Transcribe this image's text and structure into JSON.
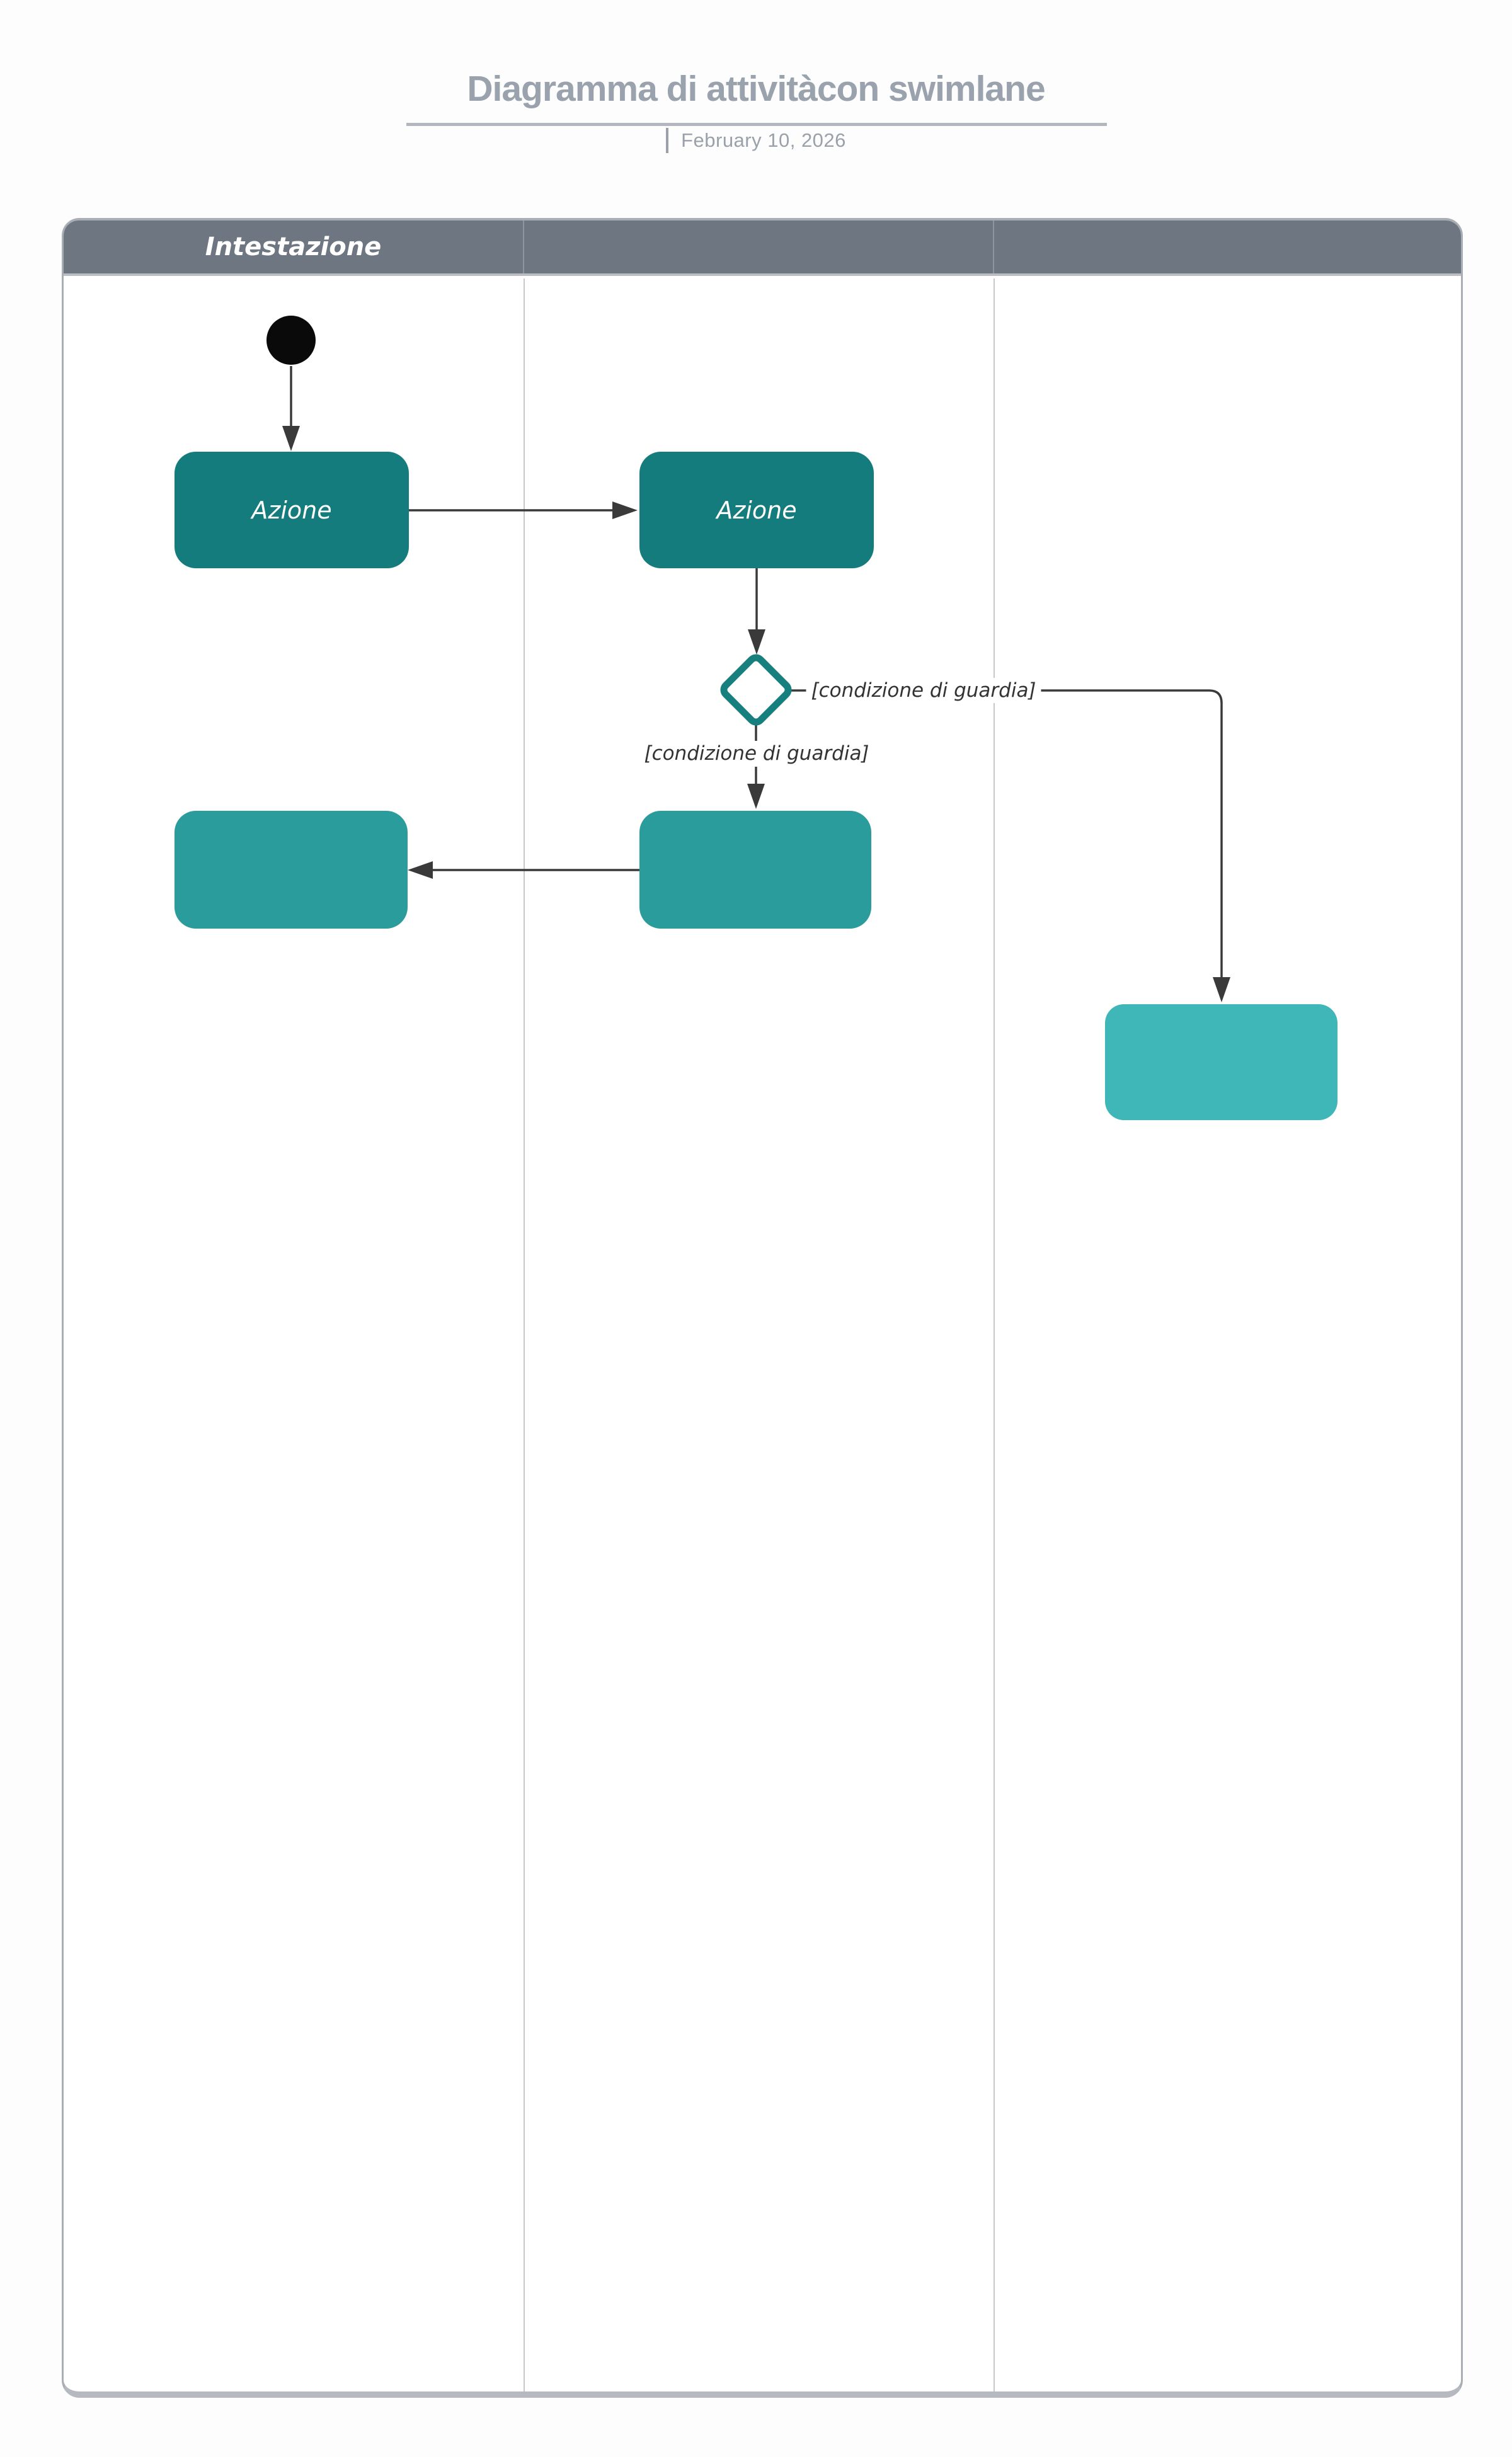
{
  "header": {
    "title": "Diagramma di attivitàcon swimlane",
    "date": "February 10, 2026"
  },
  "swimlanes": {
    "lane1_header": "Intestazione",
    "lane2_header": "",
    "lane3_header": ""
  },
  "nodes": {
    "initial": "initial-node",
    "action1": "Azione",
    "action2": "Azione",
    "action3": "",
    "action4": "",
    "action5": "",
    "decision": "decision-diamond"
  },
  "edges": {
    "guard_right": "[condizione di guardia]",
    "guard_down": "[condizione di guardia]"
  },
  "colors": {
    "title_text": "#9aa2ad",
    "underline": "#b2b7bf",
    "date_text": "#9aa1ab",
    "container_border": "#a9adb4",
    "container_bottom": "#b6b9bf",
    "header_bg": "#6e7681",
    "header_text": "#ffffff",
    "header_divider": "#8e95a0",
    "lane_divider": "#c5c8cd",
    "header_underline": "#babdc2",
    "action_dark": "#147c7c",
    "action_medium": "#2a9c9b",
    "action_light": "#3fb6b7",
    "node_text": "#ffffff",
    "edge": "#3a3a3a",
    "guard_text": "#333333",
    "initial_node": "#0a0a0a",
    "diamond_stroke": "#17807f"
  }
}
